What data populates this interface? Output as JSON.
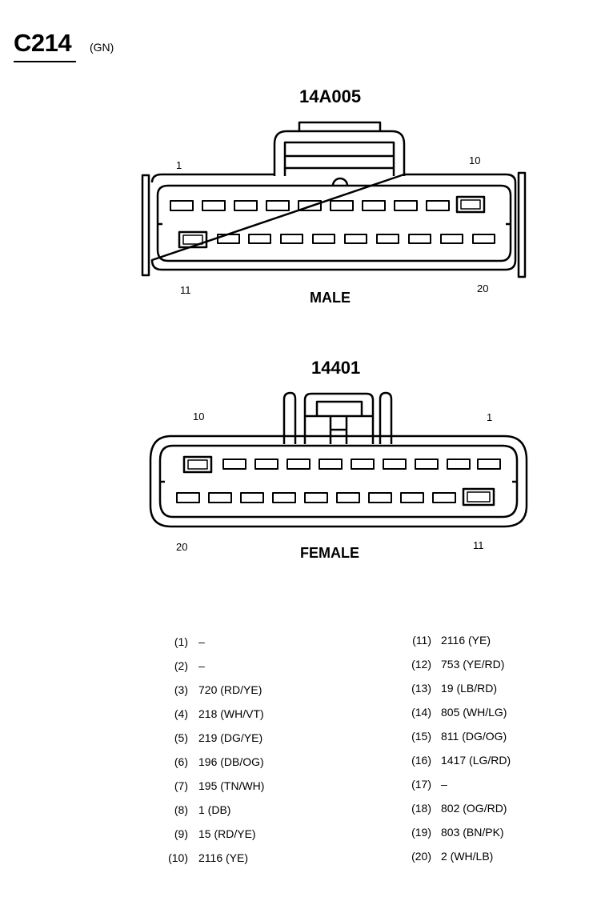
{
  "connector": {
    "id": "C214",
    "color": "(GN)"
  },
  "male": {
    "part_number": "14A005",
    "label": "MALE",
    "pins": {
      "top_left": "1",
      "top_right": "10",
      "bottom_left": "11",
      "bottom_right": "20"
    }
  },
  "female": {
    "part_number": "14401",
    "label": "FEMALE",
    "pins": {
      "top_left": "10",
      "top_right": "1",
      "bottom_left": "20",
      "bottom_right": "11"
    }
  },
  "pinout_left": [
    {
      "pin": "(1)",
      "circuit": "–"
    },
    {
      "pin": "(2)",
      "circuit": "–"
    },
    {
      "pin": "(3)",
      "circuit": "720 (RD/YE)"
    },
    {
      "pin": "(4)",
      "circuit": "218 (WH/VT)"
    },
    {
      "pin": "(5)",
      "circuit": "219 (DG/YE)"
    },
    {
      "pin": "(6)",
      "circuit": "196 (DB/OG)"
    },
    {
      "pin": "(7)",
      "circuit": "195 (TN/WH)"
    },
    {
      "pin": "(8)",
      "circuit": "1 (DB)"
    },
    {
      "pin": "(9)",
      "circuit": "15 (RD/YE)"
    },
    {
      "pin": "(10)",
      "circuit": "2116 (YE)"
    }
  ],
  "pinout_right": [
    {
      "pin": "(11)",
      "circuit": "2116 (YE)"
    },
    {
      "pin": "(12)",
      "circuit": "753 (YE/RD)"
    },
    {
      "pin": "(13)",
      "circuit": "19 (LB/RD)"
    },
    {
      "pin": "(14)",
      "circuit": "805 (WH/LG)"
    },
    {
      "pin": "(15)",
      "circuit": "811 (DG/OG)"
    },
    {
      "pin": "(16)",
      "circuit": "1417 (LG/RD)"
    },
    {
      "pin": "(17)",
      "circuit": "–"
    },
    {
      "pin": "(18)",
      "circuit": "802 (OG/RD)"
    },
    {
      "pin": "(19)",
      "circuit": "803 (BN/PK)"
    },
    {
      "pin": "(20)",
      "circuit": "2 (WH/LB)"
    }
  ]
}
